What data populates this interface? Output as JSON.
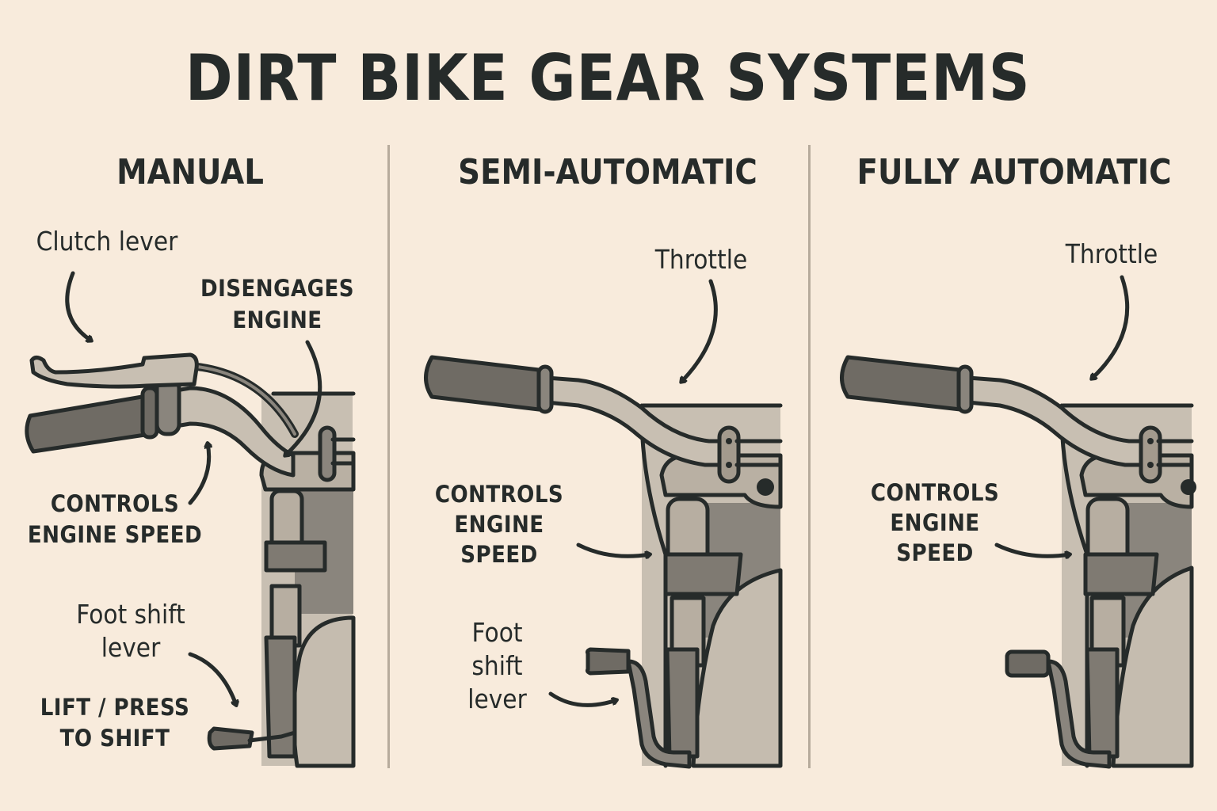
{
  "title": "DIRT BIKE GEAR SYSTEMS",
  "colors": {
    "background": "#f8ebdc",
    "ink": "#262b2a",
    "divider": "#b7ab9c",
    "metal_light": "#c8bfb2",
    "metal_mid": "#a39a8d",
    "metal_dark": "#6f6b64"
  },
  "columns": [
    {
      "heading": "MANUAL",
      "labels": {
        "clutch_lever": "Clutch lever",
        "disengages_1": "DISENGAGES",
        "disengages_2": "ENGINE",
        "controls_1": "CONTROLS",
        "controls_2": "ENGINE SPEED",
        "foot_shift_1": "Foot shift",
        "foot_shift_2": "lever",
        "lift_1": "LIFT / PRESS",
        "lift_2": "TO SHIFT"
      }
    },
    {
      "heading": "SEMI-AUTOMATIC",
      "labels": {
        "throttle": "Throttle",
        "controls_1": "CONTROLS",
        "controls_2": "ENGINE SPEED",
        "foot_1": "Foot",
        "foot_2": "shift",
        "foot_3": "lever"
      }
    },
    {
      "heading": "FULLY AUTOMATIC",
      "labels": {
        "throttle": "Throttle",
        "controls_1": "CONTROLS",
        "controls_2": "ENGINE SPEED"
      }
    }
  ]
}
